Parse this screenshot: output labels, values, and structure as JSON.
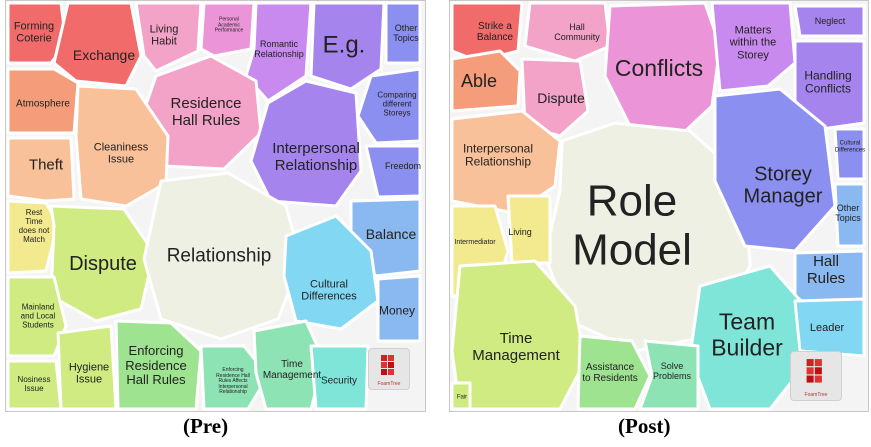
{
  "colors": {
    "red": "#f16b6b",
    "salmon": "#f59c7a",
    "peach": "#f8c19a",
    "yellow": "#f3ea8f",
    "lime": "#cfeb82",
    "green": "#9ee38f",
    "mint": "#8ee3b4",
    "teal": "#7fe5d9",
    "cyan": "#82d8f2",
    "sky": "#8ab8f0",
    "blue": "#8b8ff0",
    "violet": "#a584ee",
    "purple": "#c88aee",
    "pink": "#ec94d8",
    "rose": "#f3a3c7",
    "center": "#eef0e4"
  },
  "pre": {
    "caption": "(Pre)",
    "cells": [
      {
        "label": "Forming\nCoterie",
        "color": "red"
      },
      {
        "label": "Exchange",
        "color": "red"
      },
      {
        "label": "Living\nHabit",
        "color": "rose"
      },
      {
        "label": "Personal\nAcademic\nPerformance",
        "color": "pink"
      },
      {
        "label": "Romantic\nRelationship",
        "color": "purple"
      },
      {
        "label": "E.g.",
        "color": "violet"
      },
      {
        "label": "Other\nTopics",
        "color": "blue"
      },
      {
        "label": "Atmosphere",
        "color": "salmon"
      },
      {
        "label": "Residence\nHall Rules",
        "color": "rose"
      },
      {
        "label": "Comparing\ndifferent\nStoreys",
        "color": "blue"
      },
      {
        "label": "Cleaniness\nIssue",
        "color": "peach"
      },
      {
        "label": "Interpersonal\nRelationship",
        "color": "violet"
      },
      {
        "label": "Theft",
        "color": "peach"
      },
      {
        "label": "Freedom",
        "color": "blue"
      },
      {
        "label": "Rest\nTime\ndoes not\nMatch",
        "color": "yellow"
      },
      {
        "label": "Dispute",
        "color": "lime"
      },
      {
        "label": "Relationship",
        "color": "center"
      },
      {
        "label": "Balance",
        "color": "sky"
      },
      {
        "label": "Cultural\nDifferences",
        "color": "cyan"
      },
      {
        "label": "Mainland\nand Local\nStudents",
        "color": "lime"
      },
      {
        "label": "Money",
        "color": "sky"
      },
      {
        "label": "Enforcing\nResidence\nHall Rules",
        "color": "green"
      },
      {
        "label": "Hygiene\nIssue",
        "color": "lime"
      },
      {
        "label": "Nosiness\nIssue",
        "color": "lime"
      },
      {
        "label": "Enforcing\nResidence Hall\nRules Affects\nInterpersonal\nRelationship",
        "color": "mint"
      },
      {
        "label": "Time\nManagement",
        "color": "mint"
      },
      {
        "label": "Security",
        "color": "teal"
      }
    ],
    "logo_text": "FoamTree"
  },
  "post": {
    "caption": "(Post)",
    "cells": [
      {
        "label": "Strike a\nBalance",
        "color": "red"
      },
      {
        "label": "Hall\nCommunity",
        "color": "rose"
      },
      {
        "label": "Conflicts",
        "color": "pink"
      },
      {
        "label": "Matters\nwithin the\nStorey",
        "color": "purple"
      },
      {
        "label": "Neglect",
        "color": "violet"
      },
      {
        "label": "Able",
        "color": "salmon"
      },
      {
        "label": "Dispute",
        "color": "rose"
      },
      {
        "label": "Handling\nConflicts",
        "color": "violet"
      },
      {
        "label": "Interpersonal\nRelationship",
        "color": "peach"
      },
      {
        "label": "Role\nModel",
        "color": "center"
      },
      {
        "label": "Storey\nManager",
        "color": "blue"
      },
      {
        "label": "Cultural\nDifferences",
        "color": "blue"
      },
      {
        "label": "Intermediator",
        "color": "yellow"
      },
      {
        "label": "Living",
        "color": "yellow"
      },
      {
        "label": "Other\nTopics",
        "color": "sky"
      },
      {
        "label": "Hall\nRules",
        "color": "sky"
      },
      {
        "label": "Time\nManagement",
        "color": "lime"
      },
      {
        "label": "Team\nBuilder",
        "color": "teal"
      },
      {
        "label": "Assistance\nto Residents",
        "color": "green"
      },
      {
        "label": "Solve\nProblems",
        "color": "mint"
      },
      {
        "label": "Leader",
        "color": "cyan"
      },
      {
        "label": "Fair",
        "color": "lime"
      }
    ],
    "logo_text": "FoamTree"
  }
}
